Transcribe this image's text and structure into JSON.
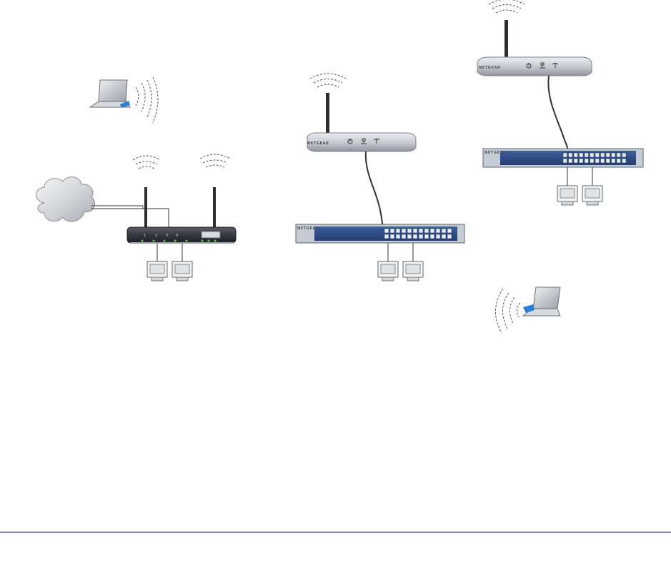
{
  "figure": {
    "type": "network-topology-diagram",
    "description_visible_text": "",
    "devices": [
      {
        "id": "internet-cloud",
        "kind": "cloud"
      },
      {
        "id": "main-router",
        "kind": "dual-antenna-router",
        "front_labels": [
          "",
          "1",
          "2",
          "3",
          "4"
        ]
      },
      {
        "id": "access-point-middle",
        "kind": "access-point",
        "brand": "NETGEAR"
      },
      {
        "id": "access-point-right",
        "kind": "access-point",
        "brand": "NETGEAR"
      },
      {
        "id": "switch-middle",
        "kind": "rackmount-switch",
        "brand": "NETGEAR",
        "ports": 24
      },
      {
        "id": "switch-right",
        "kind": "rackmount-switch",
        "brand": "NETGEAR",
        "ports": 24
      },
      {
        "id": "laptop-left",
        "kind": "wireless-laptop"
      },
      {
        "id": "laptop-right",
        "kind": "wireless-laptop"
      },
      {
        "id": "pcs-router",
        "kind": "desktop-pcs",
        "count": 2
      },
      {
        "id": "pcs-switch-middle",
        "kind": "desktop-pcs",
        "count": 2
      },
      {
        "id": "pcs-switch-right",
        "kind": "desktop-pcs",
        "count": 2
      }
    ],
    "colors": {
      "router_body": "#3a3d44",
      "ap_body": "#c9ccd2",
      "switch_body": "#2f4c86",
      "switch_trim": "#c6ccd6",
      "led_green": "#5fc24a",
      "laptop_accent": "#2b7fd4",
      "cable": "#333333",
      "footer_rule": "#3b3c93"
    }
  }
}
